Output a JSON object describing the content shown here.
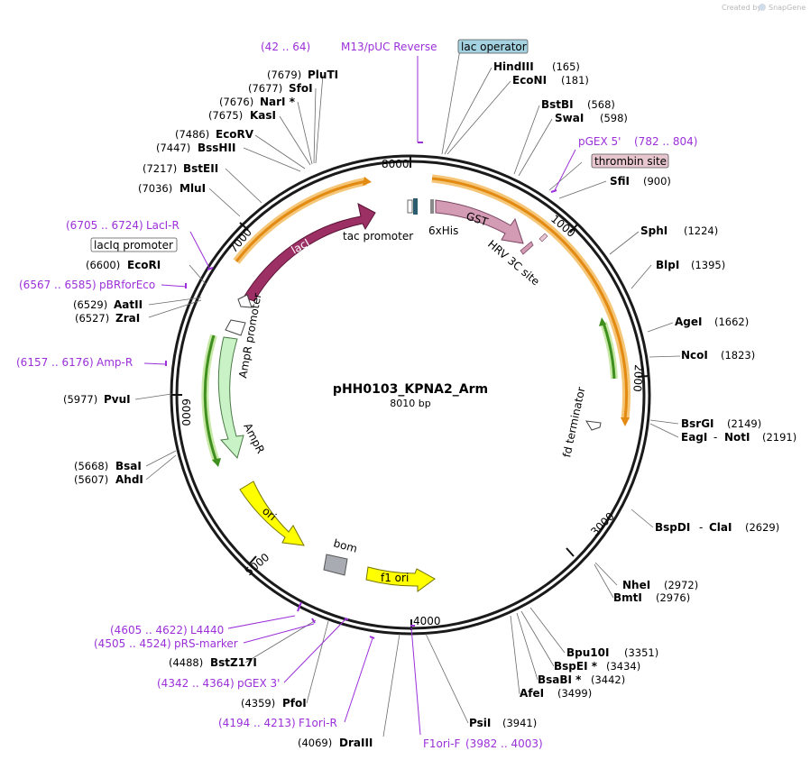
{
  "plasmid": {
    "name": "pHH0103_KPNA2_Arm",
    "length_label": "8010 bp"
  },
  "brand": {
    "created_by": "Created by",
    "product": "SnapGene"
  },
  "ticks": [
    "1000",
    "2000",
    "3000",
    "4000",
    "5000",
    "6000",
    "7000",
    "8000"
  ],
  "features": [
    {
      "label": "lacI"
    },
    {
      "label": "tac promoter"
    },
    {
      "label": "6xHis"
    },
    {
      "label": "GST"
    },
    {
      "label": "HRV 3C site"
    },
    {
      "label": "fd terminator"
    },
    {
      "label": "AmpR promoter"
    },
    {
      "label": "AmpR"
    },
    {
      "label": "ori"
    },
    {
      "label": "bom"
    },
    {
      "label": "f1 ori"
    }
  ],
  "boxed_labels": [
    {
      "label": "lac operator",
      "style": "blue"
    },
    {
      "label": "thrombin site",
      "style": "pink"
    },
    {
      "label": "lacIq promoter",
      "style": "white"
    }
  ],
  "enzymes": [
    {
      "name": "HindIII",
      "pos": "(165)"
    },
    {
      "name": "EcoNI",
      "pos": "(181)"
    },
    {
      "name": "BstBI",
      "pos": "(568)"
    },
    {
      "name": "SwaI",
      "pos": "(598)"
    },
    {
      "name": "SfiI",
      "pos": "(900)"
    },
    {
      "name": "SphI",
      "pos": "(1224)"
    },
    {
      "name": "BlpI",
      "pos": "(1395)"
    },
    {
      "name": "AgeI",
      "pos": "(1662)"
    },
    {
      "name": "NcoI",
      "pos": "(1823)"
    },
    {
      "name": "BsrGI",
      "pos": "(2149)"
    },
    {
      "name": "EagI",
      "name2": "NotI",
      "pos": "(2191)"
    },
    {
      "name": "BspDI",
      "name2": "ClaI",
      "pos": "(2629)"
    },
    {
      "name": "NheI",
      "pos": "(2972)"
    },
    {
      "name": "BmtI",
      "pos": "(2976)"
    },
    {
      "name": "Bpu10I",
      "pos": "(3351)"
    },
    {
      "name": "BspEI *",
      "pos": "(3434)"
    },
    {
      "name": "BsaBI *",
      "pos": "(3442)"
    },
    {
      "name": "AfeI",
      "pos": "(3499)"
    },
    {
      "name": "PsiI",
      "pos": "(3941)"
    },
    {
      "name": "DraIII",
      "pos": "(4069)"
    },
    {
      "name": "PfoI",
      "pos": "(4359)"
    },
    {
      "name": "BstZ17I",
      "pos": "(4488)"
    },
    {
      "name": "AhdI",
      "pos": "(5607)"
    },
    {
      "name": "BsaI",
      "pos": "(5668)"
    },
    {
      "name": "PvuI",
      "pos": "(5977)"
    },
    {
      "name": "ZraI",
      "pos": "(6527)"
    },
    {
      "name": "AatII",
      "pos": "(6529)"
    },
    {
      "name": "EcoRI",
      "pos": "(6600)"
    },
    {
      "name": "MluI",
      "pos": "(7036)"
    },
    {
      "name": "BstEII",
      "pos": "(7217)"
    },
    {
      "name": "BssHII",
      "pos": "(7447)"
    },
    {
      "name": "EcoRV",
      "pos": "(7486)"
    },
    {
      "name": "KasI",
      "pos": "(7675)"
    },
    {
      "name": "NarI *",
      "pos": "(7676)"
    },
    {
      "name": "SfoI",
      "pos": "(7677)"
    },
    {
      "name": "PluTI",
      "pos": "(7679)"
    }
  ],
  "primers": [
    {
      "range": "(42 .. 64)",
      "name": "M13/pUC Reverse"
    },
    {
      "range": "(782 .. 804)",
      "name": "pGEX 5'"
    },
    {
      "range": "(6705 .. 6724)",
      "name": "LacI-R"
    },
    {
      "range": "(6567 .. 6585)",
      "name": "pBRforEco"
    },
    {
      "range": "(6157 .. 6176)",
      "name": "Amp-R"
    },
    {
      "range": "(4605 .. 4622)",
      "name": "L4440"
    },
    {
      "range": "(4505 .. 4524)",
      "name": "pRS-marker"
    },
    {
      "range": "(4342 .. 4364)",
      "name": "pGEX 3'"
    },
    {
      "range": "(4194 .. 4213)",
      "name": "F1ori-R"
    },
    {
      "name": "F1ori-F",
      "range": "(3982 .. 4003)"
    }
  ]
}
